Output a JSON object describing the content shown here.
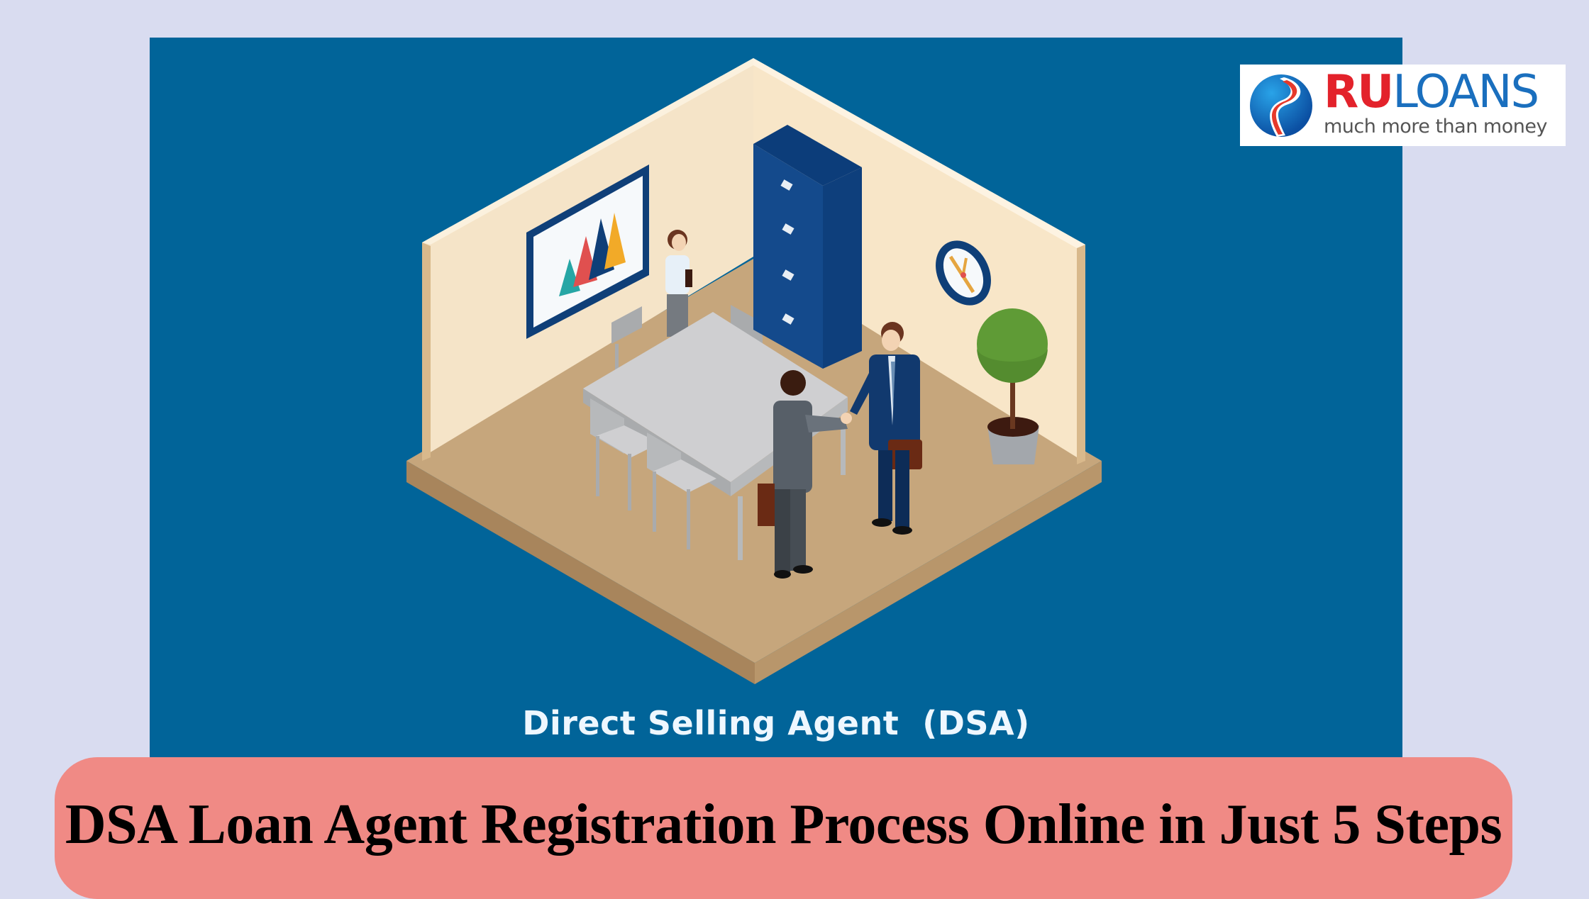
{
  "hero": {
    "caption": "Direct Selling Agent  (DSA)",
    "illustration": "isometric-office-meeting-room",
    "background_color": "#016499"
  },
  "logo": {
    "brand_part1": "RU",
    "brand_part2": "LOANS",
    "tagline": "much more than money",
    "brand_red": "#e3222b",
    "brand_blue": "#1a6fbe"
  },
  "banner": {
    "title": "DSA Loan Agent Registration Process Online in Just 5 Steps",
    "background_color": "#f08a85"
  },
  "page": {
    "background_color": "#d9dcf0"
  }
}
